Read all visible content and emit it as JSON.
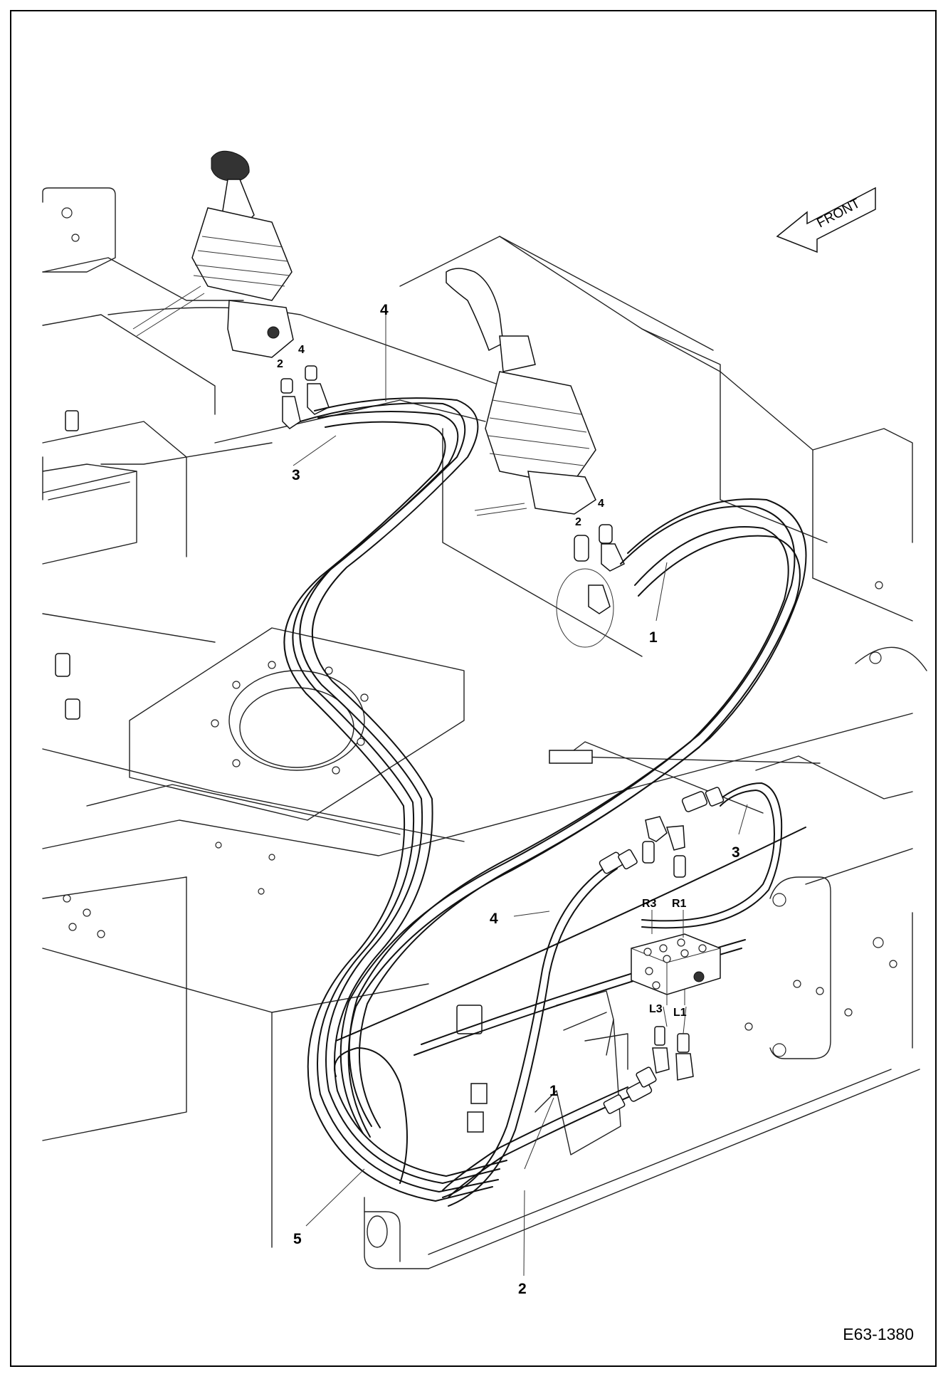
{
  "direction_label": "FRONT",
  "figure_id": "E63-1380",
  "callouts": {
    "c1_upper": "1",
    "c1_lower": "1",
    "c2_bottom": "2",
    "c3_left": "3",
    "c3_right": "3",
    "c4_left": "4",
    "c4_mid": "4",
    "c5": "5",
    "lj_port2": "2",
    "lj_port4": "4",
    "rj_port2": "2",
    "rj_port4": "4"
  },
  "valve_ports": {
    "r3": "R3",
    "r1": "R1",
    "l3": "L3",
    "l1": "L1"
  }
}
